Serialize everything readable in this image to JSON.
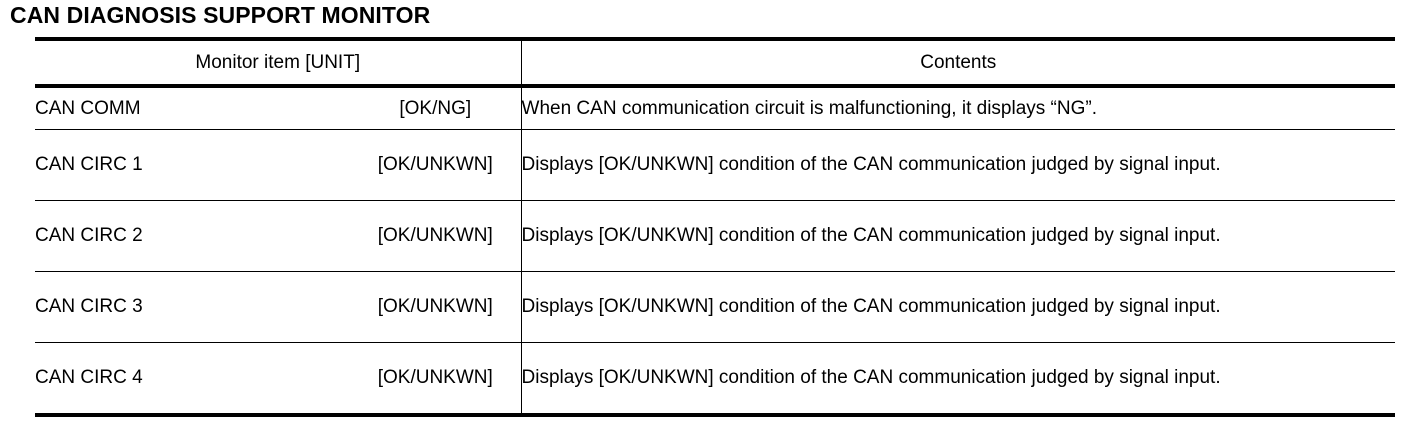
{
  "page": {
    "title": "CAN DIAGNOSIS SUPPORT MONITOR"
  },
  "table": {
    "headers": {
      "monitor_item": "Monitor item [UNIT]",
      "contents": "Contents"
    },
    "rows": [
      {
        "item": "CAN COMM",
        "unit": "[OK/NG]",
        "contents": "When CAN communication circuit is malfunctioning, it displays “NG”."
      },
      {
        "item": "CAN CIRC 1",
        "unit": "[OK/UNKWN]",
        "contents": "Displays [OK/UNKWN] condition of the CAN communication judged by signal input."
      },
      {
        "item": "CAN CIRC 2",
        "unit": "[OK/UNKWN]",
        "contents": "Displays [OK/UNKWN] condition of the CAN communication judged by signal input."
      },
      {
        "item": "CAN CIRC 3",
        "unit": "[OK/UNKWN]",
        "contents": "Displays [OK/UNKWN] condition of the CAN communication judged by signal input."
      },
      {
        "item": "CAN CIRC 4",
        "unit": "[OK/UNKWN]",
        "contents": "Displays [OK/UNKWN] condition of the CAN communication judged by signal input."
      }
    ]
  },
  "colors": {
    "text": "#000000",
    "background": "#ffffff",
    "rule": "#000000"
  }
}
